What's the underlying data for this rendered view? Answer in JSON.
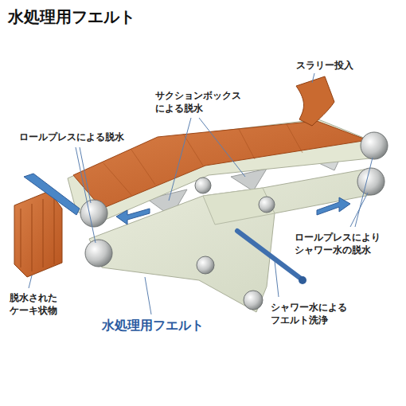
{
  "diagram": {
    "title": "水処理用フエルト",
    "labels": [
      "スラリー投入",
      "サクションボックス による脱水",
      "ロールプレスによる脱水",
      "ロールプレスにより シャワー水の脱水",
      "脱水された ケーキ状物",
      "シャワー水による フエルト洗浄",
      "水処理用フエルト"
    ]
  }
}
